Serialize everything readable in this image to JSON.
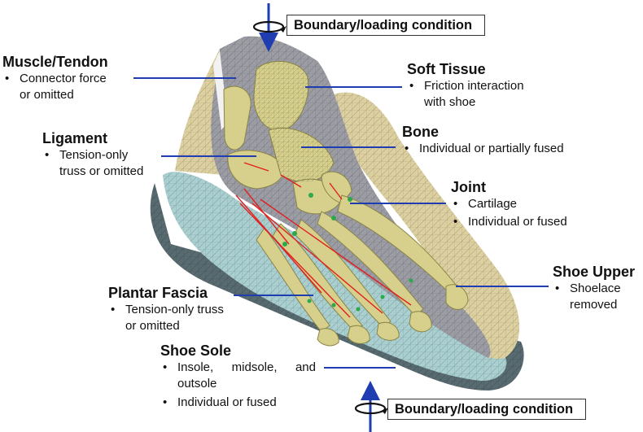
{
  "colors": {
    "bone": "#d6d08c",
    "bone_edge": "#8a8445",
    "sole_blue": "#a9cfd0",
    "sole_dark": "#586b70",
    "upper": "#ddd0a0",
    "tissue_gray": "#9c9ca4",
    "ligament": "#e02020",
    "cartilage": "#2da84a",
    "leader": "#1f3db0",
    "arrow": "#1f3db0"
  },
  "icons": [
    "rotation-arrow-icon",
    "load-arrow-icon"
  ],
  "boundary_top": "Boundary/loading condition",
  "boundary_bottom": "Boundary/loading condition",
  "muscle": {
    "title": "Muscle/Tendon",
    "items": [
      "Connector force or omitted"
    ]
  },
  "ligament": {
    "title": "Ligament",
    "items": [
      "Tension-only truss or omitted"
    ]
  },
  "soft_tissue": {
    "title": "Soft Tissue",
    "items": [
      "Friction interaction with shoe"
    ]
  },
  "bone": {
    "title": "Bone",
    "items": [
      "Individual or partially fused"
    ]
  },
  "joint": {
    "title": "Joint",
    "items": [
      "Cartilage",
      "Individual or fused"
    ]
  },
  "shoe_upper": {
    "title": "Shoe Upper",
    "items": [
      "Shoelace removed"
    ]
  },
  "plantar_fascia": {
    "title": "Plantar Fascia",
    "items": [
      "Tension-only truss or omitted"
    ]
  },
  "shoe_sole": {
    "title": "Shoe Sole",
    "items": [
      "Insole, midsole, and outsole",
      "Individual or fused"
    ]
  }
}
